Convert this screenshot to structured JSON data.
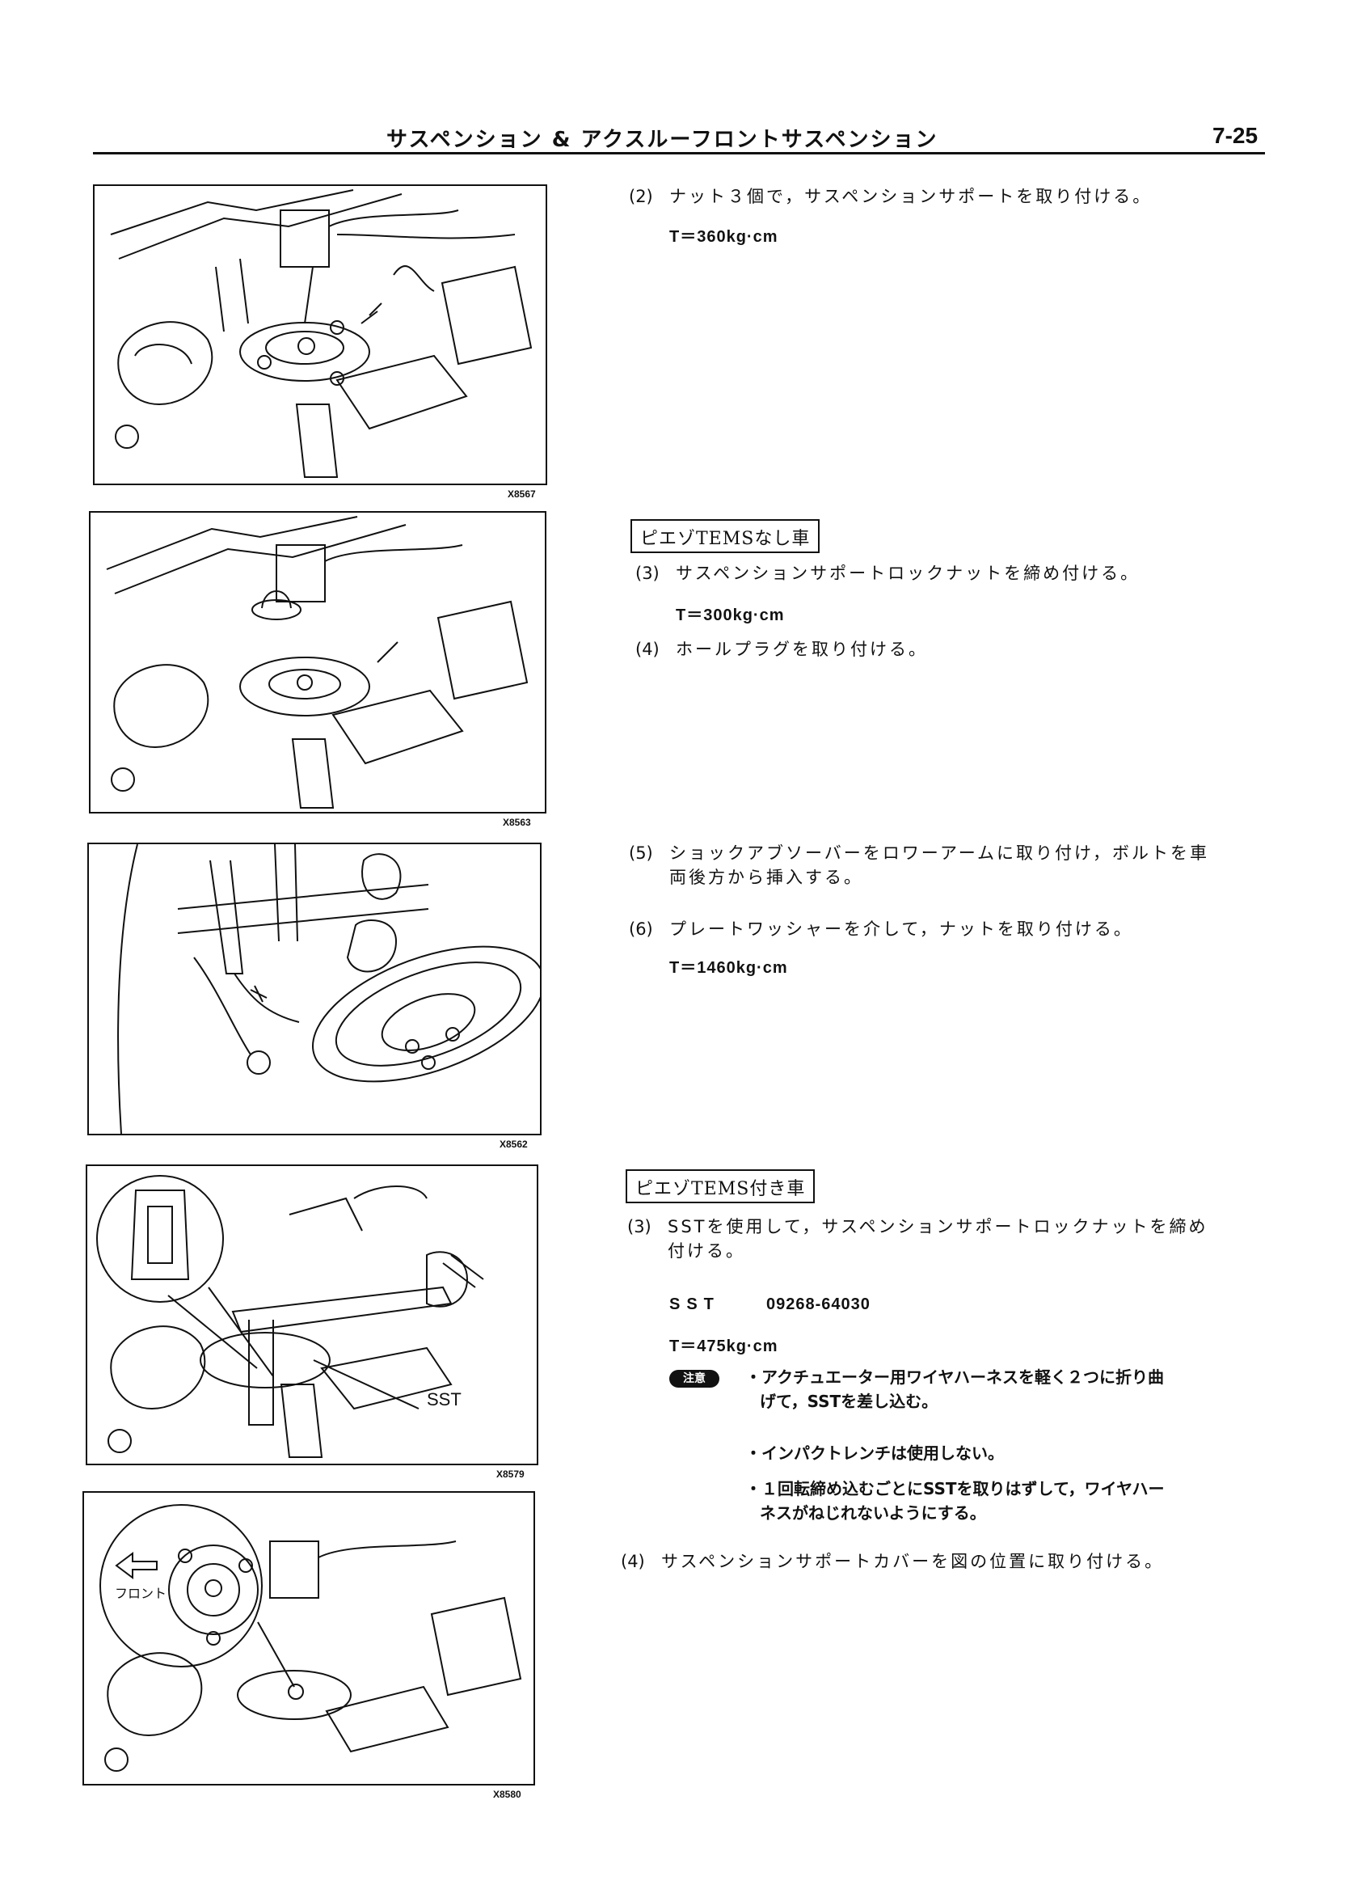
{
  "header": {
    "title": "サスペンション & アクスルーフロントサスペンション",
    "page": "7-25"
  },
  "figures": [
    {
      "code": "X8567"
    },
    {
      "code": "X8563"
    },
    {
      "code": "X8562"
    },
    {
      "code": "X8579",
      "label_sst": "SST"
    },
    {
      "code": "X8580",
      "label_front": "フロント"
    }
  ],
  "sections": {
    "s1": {
      "step2_num": "(2)",
      "step2_text": "ナット３個で，サスペンションサポートを取り付ける。",
      "step2_torque": "T＝360kg·cm"
    },
    "s2": {
      "box": "ピエゾTEMSなし車",
      "step3_num": "(3)",
      "step3_text": "サスペンションサポートロックナットを締め付ける。",
      "step3_torque": "T＝300kg·cm",
      "step4_num": "(4)",
      "step4_text": "ホールプラグを取り付ける。"
    },
    "s3": {
      "step5_num": "(5)",
      "step5_line1": "ショックアブソーバーをロワーアームに取り付け，ボルトを車",
      "step5_line2": "両後方から挿入する。",
      "step6_num": "(6)",
      "step6_text": "プレートワッシャーを介して，ナットを取り付ける。",
      "step6_torque": "T＝1460kg·cm"
    },
    "s4": {
      "box": "ピエゾTEMS付き車",
      "step3_num": "(3)",
      "step3_line1": "SSTを使用して，サスペンションサポートロックナットを締め",
      "step3_line2": "付ける。",
      "sst_label": "SST",
      "sst_value": "09268-64030",
      "torque": "T＝475kg·cm",
      "caution": "注意",
      "note1_line1": "・アクチュエーター用ワイヤハーネスを軽く２つに折り曲",
      "note1_line2": "げて，SSTを差し込む。",
      "note2": "・インパクトレンチは使用しない。",
      "note3_line1": "・１回転締め込むごとにSSTを取りはずして，ワイヤハー",
      "note3_line2": "ネスがねじれないようにする。",
      "step4_num": "(4)",
      "step4_text": "サスペンションサポートカバーを図の位置に取り付ける。"
    }
  }
}
